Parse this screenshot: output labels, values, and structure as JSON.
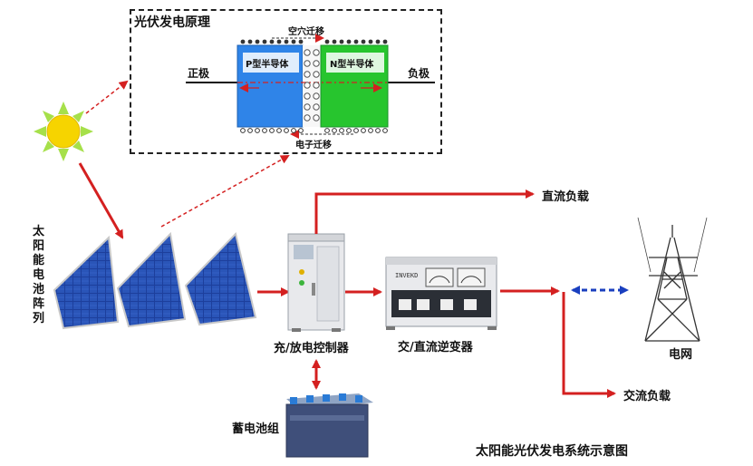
{
  "inset": {
    "title": "光伏发电原理",
    "p_label": "P型半导体",
    "n_label": "N型半导体",
    "positive": "正极",
    "negative": "负极",
    "hole_migration": "空穴迁移",
    "electron_migration": "电子迁移"
  },
  "labels": {
    "array": "太阳能电池阵列",
    "controller": "充/放电控制器",
    "inverter": "交/直流逆变器",
    "inverter_badge": "INVEKD",
    "battery": "蓄电池组",
    "dc_load": "直流负载",
    "ac_load": "交流负载",
    "grid": "电网",
    "caption": "太阳能光伏发电系统示意图"
  },
  "colors": {
    "arrow": "#d42020",
    "grid_arrow": "#1a3fbf",
    "p_region": "#2f84e8",
    "n_region": "#27c52e",
    "sun": "#f6d400",
    "sun_rays": "#a6e04a",
    "panel": "#1d3f9c"
  },
  "icons": [
    "sun-icon",
    "solar-panel-icon",
    "controller-cabinet-icon",
    "inverter-icon",
    "battery-bank-icon",
    "power-tower-icon"
  ]
}
